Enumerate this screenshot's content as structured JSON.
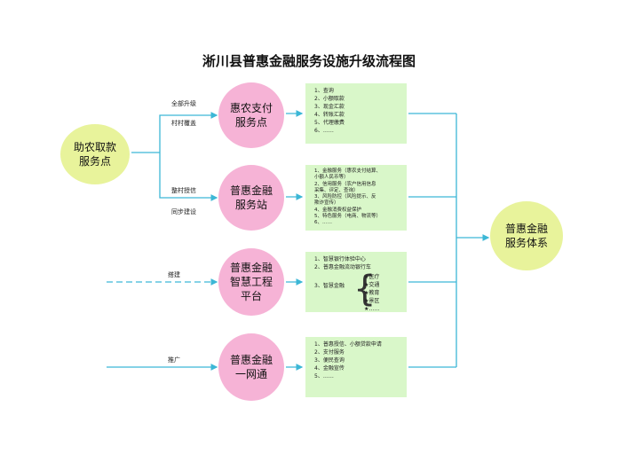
{
  "title": "淅川县普惠金融服务设施升级流程图",
  "source_node": {
    "label": "助农取款\n服务点"
  },
  "target_node": {
    "label": "普惠金融\n服务体系"
  },
  "stages": [
    {
      "label": "惠农支付\n服务点",
      "edge_labels": [
        "全部升级",
        "村村覆盖"
      ],
      "items": [
        "1、查询",
        "2、小额取款",
        "3、现金汇款",
        "4、转账汇款",
        "5、代理缴费",
        "6、……"
      ]
    },
    {
      "label": "普惠金融\n服务站",
      "edge_labels": [
        "整村授信",
        "同步建设"
      ],
      "items": [
        "1、金融服务（惠农支付结算、",
        "   小额人民币等）",
        "2、信用服务（农户信用信息",
        "   采集、评定、查询）",
        "3、风险防控（风险提示、反",
        "   欺诈宣传）",
        "4、金融消费权益保护",
        "5、特色服务（电商、物流等）",
        "6、……"
      ]
    },
    {
      "label": "普惠金融\n智慧工程\n平台",
      "edge_labels": [
        "搭建"
      ],
      "items": [
        "1、智慧银行体验中心",
        "2、普惠金融流动银行车",
        "3、智慧金融"
      ],
      "sub_items": [
        "★医疗",
        "★交通",
        "★教育",
        "★景区",
        "★……"
      ]
    },
    {
      "label": "普惠金融\n一网通",
      "edge_labels": [
        "推广"
      ],
      "items": [
        "1、普惠授信、小额贷款申请",
        "2、支付服务",
        "3、便民查询",
        "4、金融宣传",
        "5、……"
      ]
    }
  ],
  "colors": {
    "stage_fill": "#f6b3d6",
    "endpoint_fill": "#e8f39b",
    "box_fill": "#d9f7c9",
    "arrow": "#3cb7d6"
  }
}
